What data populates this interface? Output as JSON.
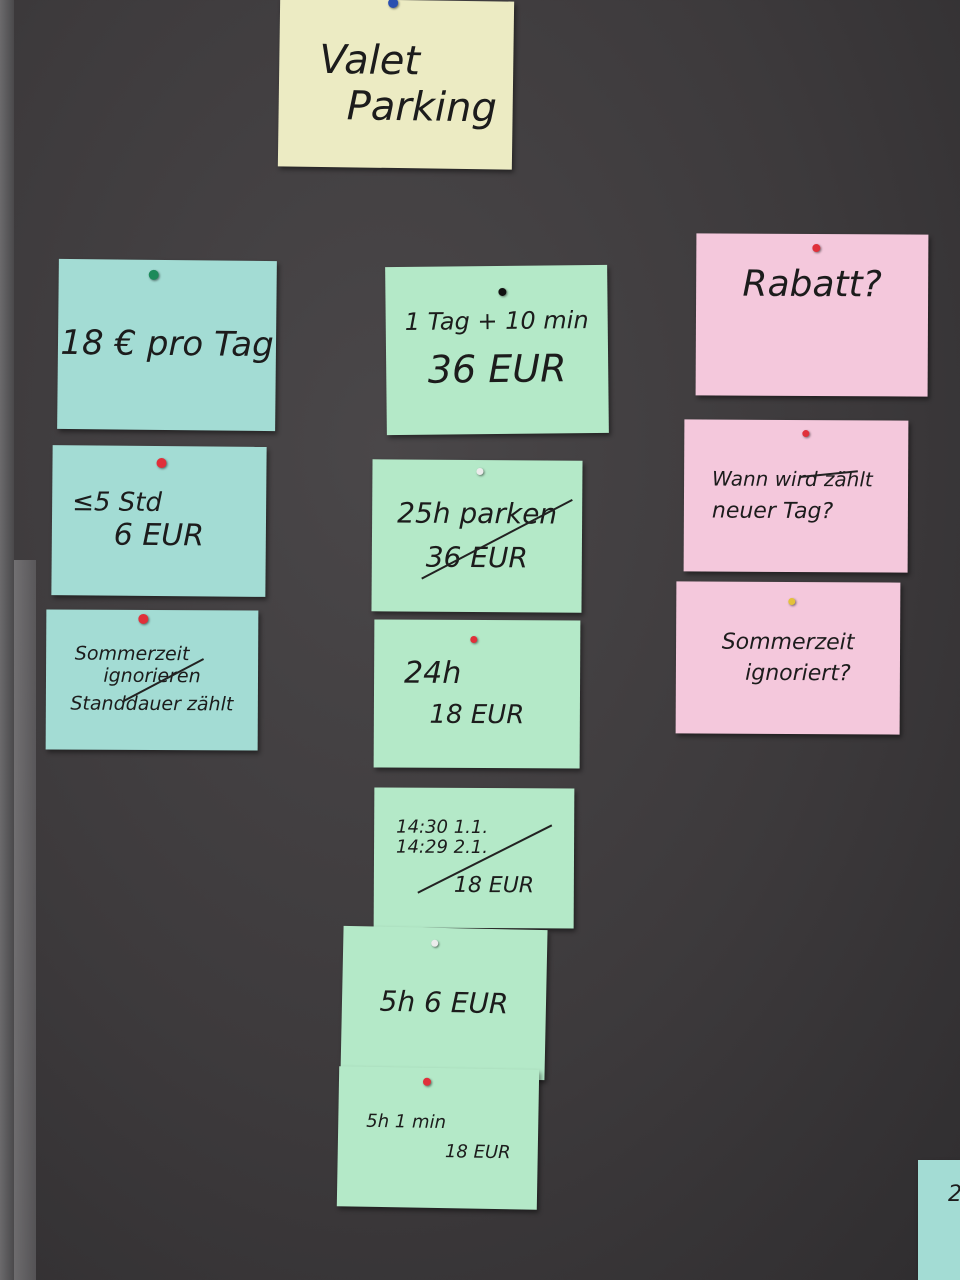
{
  "title_card": {
    "line1": "Valet",
    "line2": "Parking"
  },
  "left_column": [
    {
      "lines": [
        "18 € pro Tag"
      ]
    },
    {
      "lines": [
        "≤5 Std",
        "6 EUR"
      ]
    },
    {
      "lines": [
        "Sommerzeit",
        "ignorieren",
        "Standdauer zählt"
      ]
    }
  ],
  "middle_column": [
    {
      "lines": [
        "1 Tag + 10 min",
        "36 EUR"
      ]
    },
    {
      "lines": [
        "25h parken",
        "36 EUR"
      ]
    },
    {
      "lines": [
        "24h",
        "18 EUR"
      ]
    },
    {
      "lines": [
        "14:30  1.1.",
        "14:29  2.1.",
        "18 EUR"
      ]
    },
    {
      "lines": [
        "5h   6 EUR"
      ]
    },
    {
      "lines": [
        "5h 1 min",
        "18 EUR"
      ]
    }
  ],
  "right_column": [
    {
      "lines": [
        "Rabatt?"
      ]
    },
    {
      "lines": [
        "Wann wird zählt",
        "neuer Tag?"
      ]
    },
    {
      "lines": [
        "Sommerzeit",
        "ignoriert?"
      ]
    }
  ],
  "edge_card": {
    "text": "2"
  },
  "colors": {
    "board": "#3d3a3c",
    "yellow": "#ecebc3",
    "blue": "#a3dcd4",
    "green": "#b4e9c8",
    "pink": "#f4c8dc",
    "pin_red": "#e0303a",
    "pin_green": "#1c8a5a",
    "pin_blue": "#2a4fb0",
    "pin_black": "#111111"
  }
}
